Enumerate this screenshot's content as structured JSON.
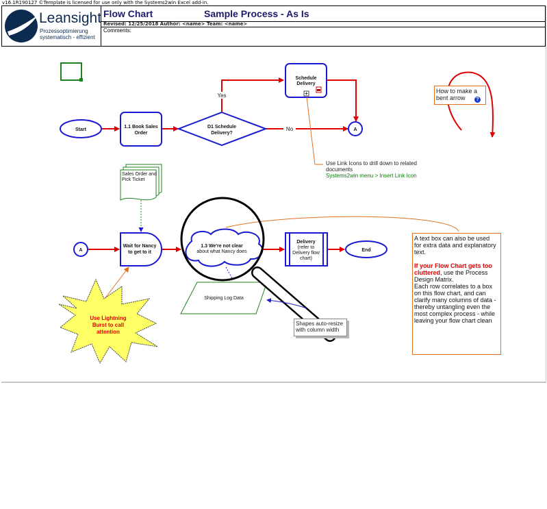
{
  "header": {
    "license": "v16.1R190127 ©Template is licensed for use only with the Systems2win Excel add-in.",
    "brand": "Leansight",
    "tagline_1": "Prozessoptimierung",
    "tagline_2": "systematisch - effizient",
    "title": "Flow Chart",
    "process_name": "Sample Process - As Is",
    "revised": "Revised: 12/25/2018 Author: <name> Team: <name>",
    "comments_label": "Comments:"
  },
  "shapes": {
    "start": "Start",
    "book_sales_order": "1.1 Book Sales Order",
    "d1_line1": "D1 Schedule",
    "d1_line2": "Delivery?",
    "yes": "Yes",
    "no": "No",
    "schedule_delivery_1": "Schedule",
    "schedule_delivery_2": "Delivery",
    "connector_a": "A",
    "doc_line1": "Sales Order and",
    "doc_line2": "Pick Ticket",
    "wait_line1": "Wait for Nancy",
    "wait_line2": "to get to it",
    "cloud_line1": "1.3 We're not clear",
    "cloud_line2": "about what Nancy does",
    "delivery_1": "Delivery",
    "delivery_2": "(refer to",
    "delivery_3": "Delivery flow",
    "delivery_4": "chart)",
    "end": "End",
    "shipping_log": "Shipping Log Data",
    "burst_1": "Use Lightning",
    "burst_2": "Burst to call",
    "burst_3": "attention"
  },
  "notes": {
    "bent_arrow_1": "How to make a",
    "bent_arrow_2": "bent arrow",
    "link_1": "Use Link Icons to drill down to related",
    "link_2": "documents",
    "link_3": "Systems2win menu > Insert Link Icon",
    "auto_1": "Shapes auto-resize",
    "auto_2": "with column width",
    "text_box_lines": [
      "A text box can also be used",
      "for extra data and explanatory",
      "text."
    ],
    "clutter_bold_1": "If your Flow Chart gets too",
    "clutter_bold_2": "cluttered",
    "clutter_rest": ", use the Process",
    "clutter_lines": [
      "Design Matrix.",
      "Each row correlates to a box",
      "on this flow chart, and can",
      "clarify many columns of data -",
      "thereby untangling even the",
      "most complex process - while",
      "leaving your flow chart clean"
    ]
  },
  "colors": {
    "flow_blue": "#1a1ad0",
    "arrow_red": "#e00000",
    "burst_yellow": "#ffff66",
    "burst_text": "#e00000",
    "note_orange": "#e07020",
    "doc_green": "#208020",
    "brand_navy": "#0d2a4f"
  }
}
